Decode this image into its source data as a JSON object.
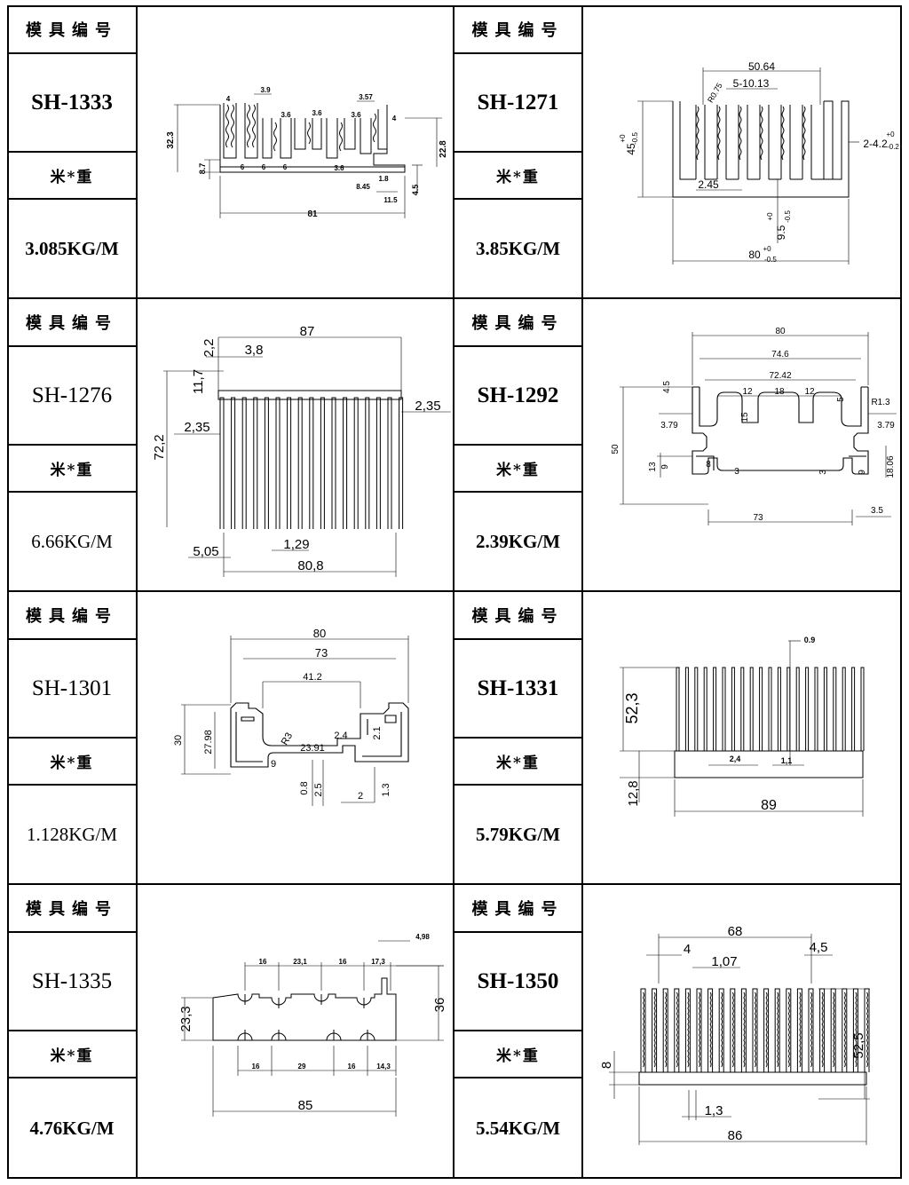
{
  "header_label": "模具编号",
  "weight_label": "米*重",
  "products": [
    {
      "code": "SH-1333",
      "weight": "3.085KG/M",
      "dims": {
        "a": "3.9",
        "b": "4",
        "c": "3.57",
        "d": "4",
        "e": "3.6",
        "f": "3.6",
        "g": "3.6",
        "h": "32.3",
        "i": "22.8",
        "j": "6",
        "k": "6",
        "l": "6",
        "m": "3.6",
        "n": "8.45",
        "o": "1.8",
        "p": "11.5",
        "q": "4.5",
        "r": "8.7",
        "s": "81"
      }
    },
    {
      "code": "SH-1271",
      "weight": "3.85KG/M",
      "dims": {
        "a": "50.64",
        "b": "R0.75",
        "c": "5-10.13",
        "d": "45",
        "e": "+0",
        "f": "-0.5",
        "g": "2-4.2",
        "h": "+0",
        "i": "-0.2",
        "j": "2.45",
        "k": "9.5",
        "l": "+0",
        "m": "-0.5",
        "n": "80",
        "o": "+0",
        "p": "-0.5"
      }
    },
    {
      "code": "SH-1276",
      "weight": "6.66KG/M",
      "dims": {
        "a": "87",
        "b": "2,2",
        "c": "3,8",
        "d": "11,7",
        "e": "2,35",
        "f": "72,2",
        "g": "2,35",
        "h": "5,05",
        "i": "1,29",
        "j": "80,8"
      }
    },
    {
      "code": "SH-1292",
      "weight": "2.39KG/M",
      "dims": {
        "a": "80",
        "b": "74.6",
        "c": "72.42",
        "d": "12",
        "e": "18",
        "f": "12",
        "g": "4.5",
        "h": "5",
        "i": "R1.3",
        "j": "3.79",
        "k": "15",
        "l": "3.79",
        "m": "50",
        "n": "13",
        "o": "9",
        "p": "8",
        "q": "3",
        "r": "3",
        "s": "9",
        "t": "18.06",
        "u": "73",
        "v": "3.5"
      }
    },
    {
      "code": "SH-1301",
      "weight": "1.128KG/M",
      "dims": {
        "a": "80",
        "b": "73",
        "c": "41.2",
        "d": "30",
        "e": "27.98",
        "f": "R3",
        "g": "9",
        "h": "23.91",
        "i": "2.4",
        "j": "2.1",
        "k": "0.8",
        "l": "2.5",
        "m": "2",
        "n": "1.3"
      }
    },
    {
      "code": "SH-1331",
      "weight": "5.79KG/M",
      "dims": {
        "a": "0.9",
        "b": "52,3",
        "c": "2,4",
        "d": "1,1",
        "e": "12,8",
        "f": "89"
      }
    },
    {
      "code": "SH-1335",
      "weight": "4.76KG/M",
      "dims": {
        "a": "4,98",
        "b": "16",
        "c": "23,1",
        "d": "16",
        "e": "17,3",
        "f": "23,3",
        "g": "36",
        "h": "16",
        "i": "29",
        "j": "16",
        "k": "14,3",
        "l": "85"
      }
    },
    {
      "code": "SH-1350",
      "weight": "5.54KG/M",
      "dims": {
        "a": "68",
        "b": "4",
        "c": "4,5",
        "d": "1,07",
        "e": "8",
        "f": "52,5",
        "g": "1,3",
        "h": "86"
      }
    }
  ]
}
